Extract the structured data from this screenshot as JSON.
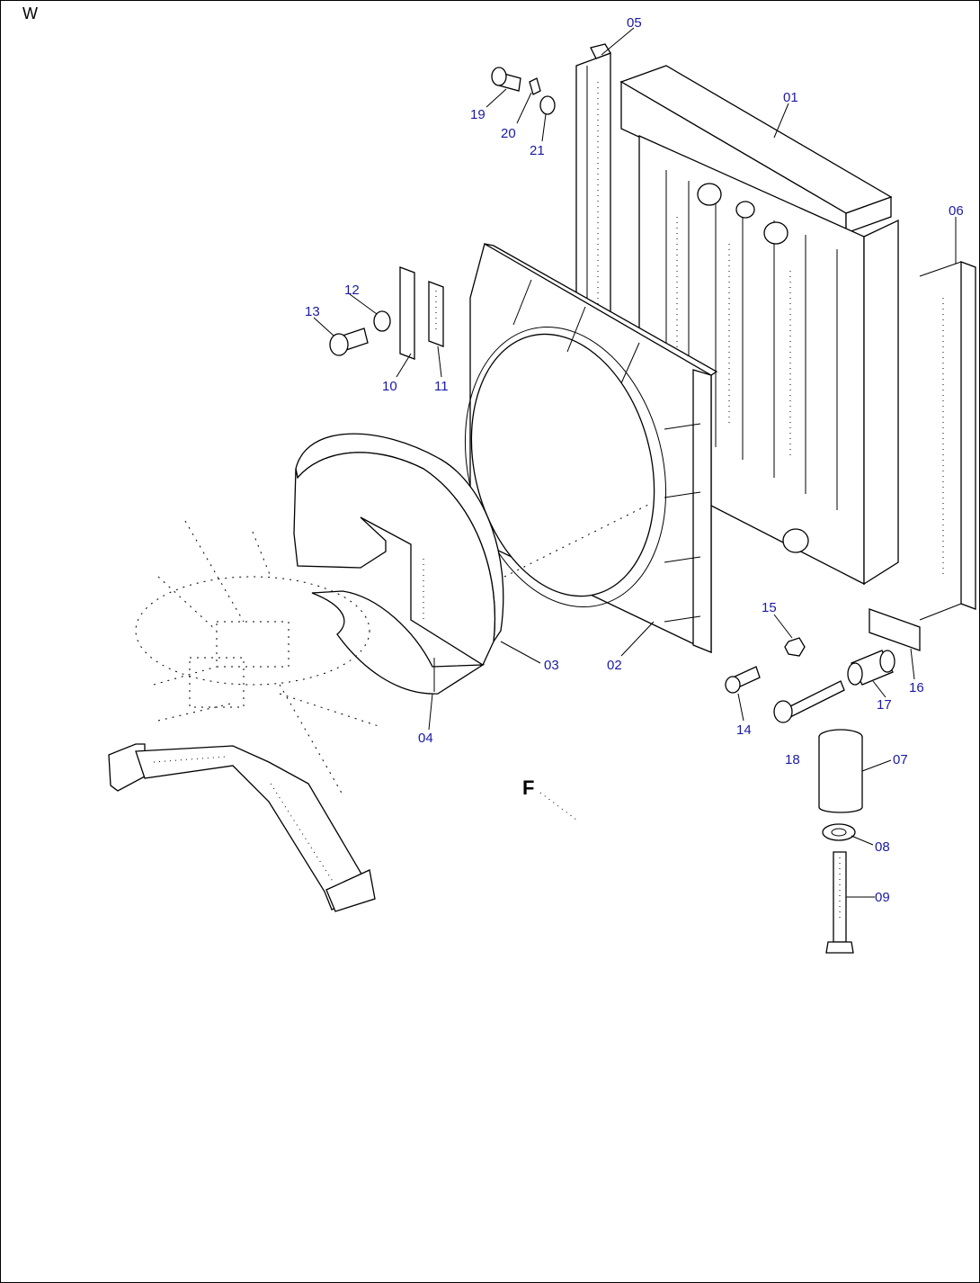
{
  "sheet": {
    "corner_mark": "W",
    "front_mark": "F"
  },
  "callouts": {
    "c01": "01",
    "c02": "02",
    "c03": "03",
    "c04": "04",
    "c05": "05",
    "c06": "06",
    "c07": "07",
    "c08": "08",
    "c09": "09",
    "c10": "10",
    "c11": "11",
    "c12": "12",
    "c13": "13",
    "c14": "14",
    "c15": "15",
    "c16": "16",
    "c17": "17",
    "c18": "18",
    "c19": "19",
    "c20": "20",
    "c21": "21"
  },
  "colors": {
    "callout_text": "#1a1aa6",
    "line": "#000000",
    "paper": "#ffffff"
  }
}
